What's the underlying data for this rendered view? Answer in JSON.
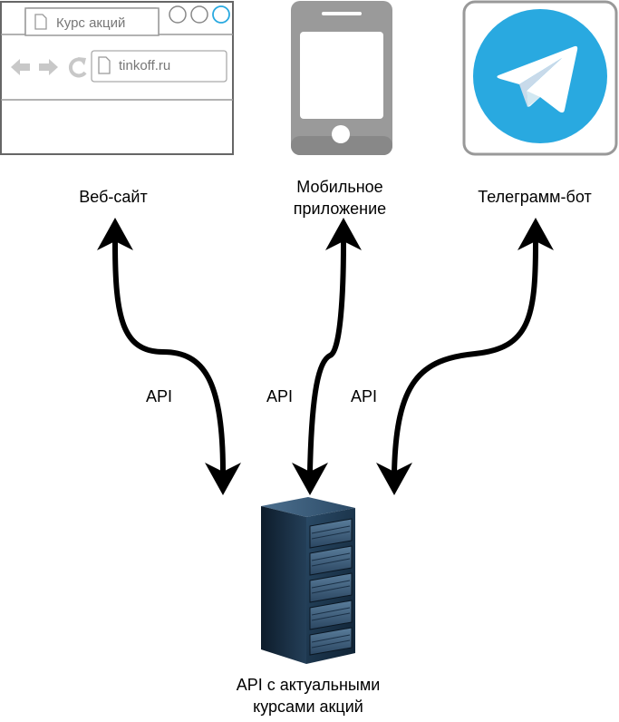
{
  "browser": {
    "tab_title": "Курс акций",
    "address": "tinkoff.ru"
  },
  "labels": {
    "website": "Веб-сайт",
    "mobile_line1": "Мобильное",
    "mobile_line2": "приложение",
    "telegram": "Телеграмм-бот",
    "server_line1": "API с актуальными",
    "server_line2": "курсами акций"
  },
  "connections": [
    {
      "label": "API"
    },
    {
      "label": "API"
    },
    {
      "label": "API"
    }
  ],
  "colors": {
    "telegram_blue": "#29a9e0",
    "arrow": "#000000",
    "mobile_gray": "#999999",
    "server_dark": "#17324a"
  },
  "icons": [
    "browser-window-icon",
    "mobile-phone-icon",
    "telegram-icon",
    "server-rack-icon"
  ]
}
